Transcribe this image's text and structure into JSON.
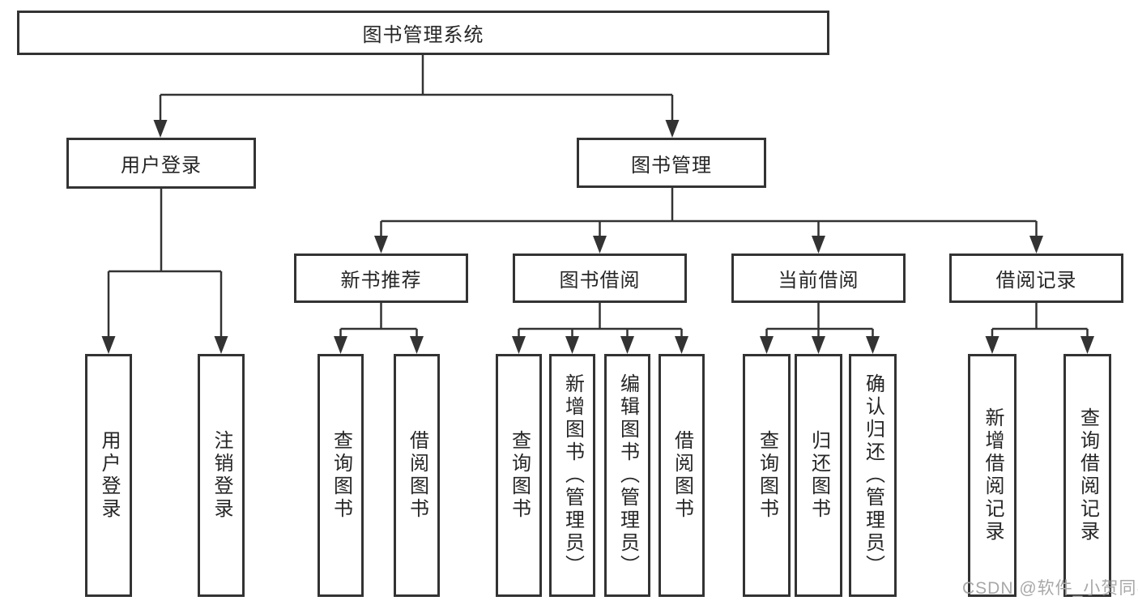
{
  "diagram": {
    "title": "图书管理系统",
    "nodes": {
      "root": "图书管理系统",
      "user_login": "用户登录",
      "book_mgmt": "图书管理",
      "new_book_rec": "新书推荐",
      "book_borrow": "图书借阅",
      "current_borrow": "当前借阅",
      "borrow_record": "借阅记录",
      "ul_login": "用户登录",
      "ul_logout": "注销登录",
      "nbr_query": "查询图书",
      "nbr_borrow": "借阅图书",
      "bb_query": "查询图书",
      "bb_add": "新增图书（管理员）",
      "bb_edit": "编辑图书（管理员）",
      "bb_borrow": "借阅图书",
      "cb_query": "查询图书",
      "cb_return": "归还图书",
      "cb_confirm": "确认归还（管理员）",
      "br_add": "新增借阅记录",
      "br_query": "查询借阅记录"
    },
    "hierarchy": {
      "图书管理系统": {
        "用户登录": [
          "用户登录",
          "注销登录"
        ],
        "图书管理": {
          "新书推荐": [
            "查询图书",
            "借阅图书"
          ],
          "图书借阅": [
            "查询图书",
            "新增图书（管理员）",
            "编辑图书（管理员）",
            "借阅图书"
          ],
          "当前借阅": [
            "查询图书",
            "归还图书",
            "确认归还（管理员）"
          ],
          "借阅记录": [
            "新增借阅记录",
            "查询借阅记录"
          ]
        }
      }
    },
    "colors": {
      "line": "#333333",
      "text": "#262626",
      "box_background": "#ffffff",
      "watermark": "#a8a8a8"
    },
    "watermark": "CSDN @软件_小贺同学"
  }
}
